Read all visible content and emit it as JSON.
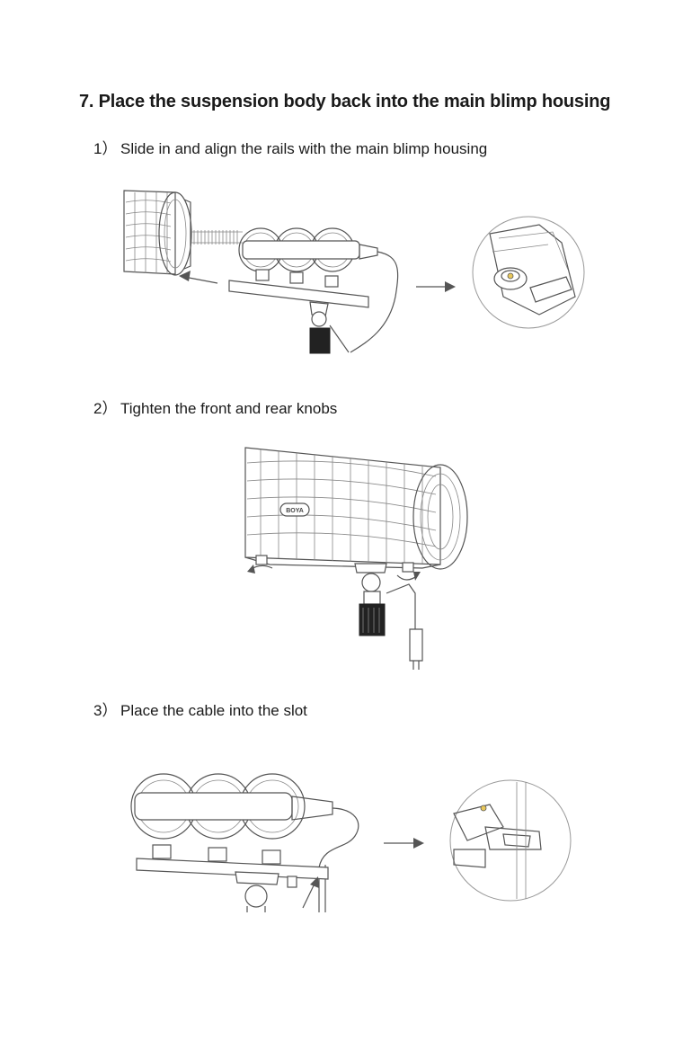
{
  "title": "7. Place the suspension body back into the main blimp housing",
  "steps": [
    {
      "num": "1）",
      "text": "Slide in and align the rails with the main blimp housing"
    },
    {
      "num": "2）",
      "text": "Tighten the front and rear knobs"
    },
    {
      "num": "3）",
      "text": "Place the cable into the slot"
    }
  ],
  "logo_text": "BOYA"
}
